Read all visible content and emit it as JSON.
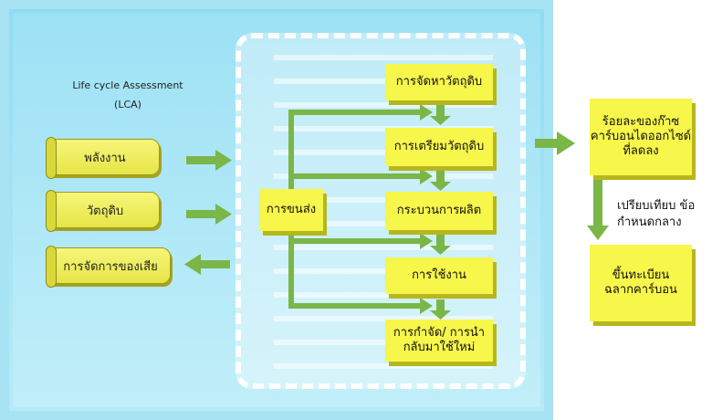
{
  "title": {
    "line1": "Life cycle Assessment",
    "line2": "(LCA)"
  },
  "inputs": [
    {
      "label": "พลังงาน"
    },
    {
      "label": "วัตถุดิบ"
    },
    {
      "label": "การจัดการของเสีย"
    }
  ],
  "transport": "การขนส่ง",
  "stages": [
    {
      "label": "การจัดหาวัตถุดิบ"
    },
    {
      "label": "การเตรียมวัตถุดิบ"
    },
    {
      "label": "กระบวนการผลิต"
    },
    {
      "label": "การใช้งาน"
    },
    {
      "label": "การกำจัด/ การนำกลับมาใช้ใหม่"
    }
  ],
  "result": "ร้อยละของก๊าซ คาร์บอนไดออกไซด์ ที่ลดลง",
  "compare": "เปรียบเทียบ ข้อกำหนดกลาง",
  "label_box": "ขึ้นทะเบียน ฉลากคาร์บอน",
  "colors": {
    "box": "#f7f64a",
    "arrow": "#7ab648",
    "panel": "#8fdcf2"
  }
}
